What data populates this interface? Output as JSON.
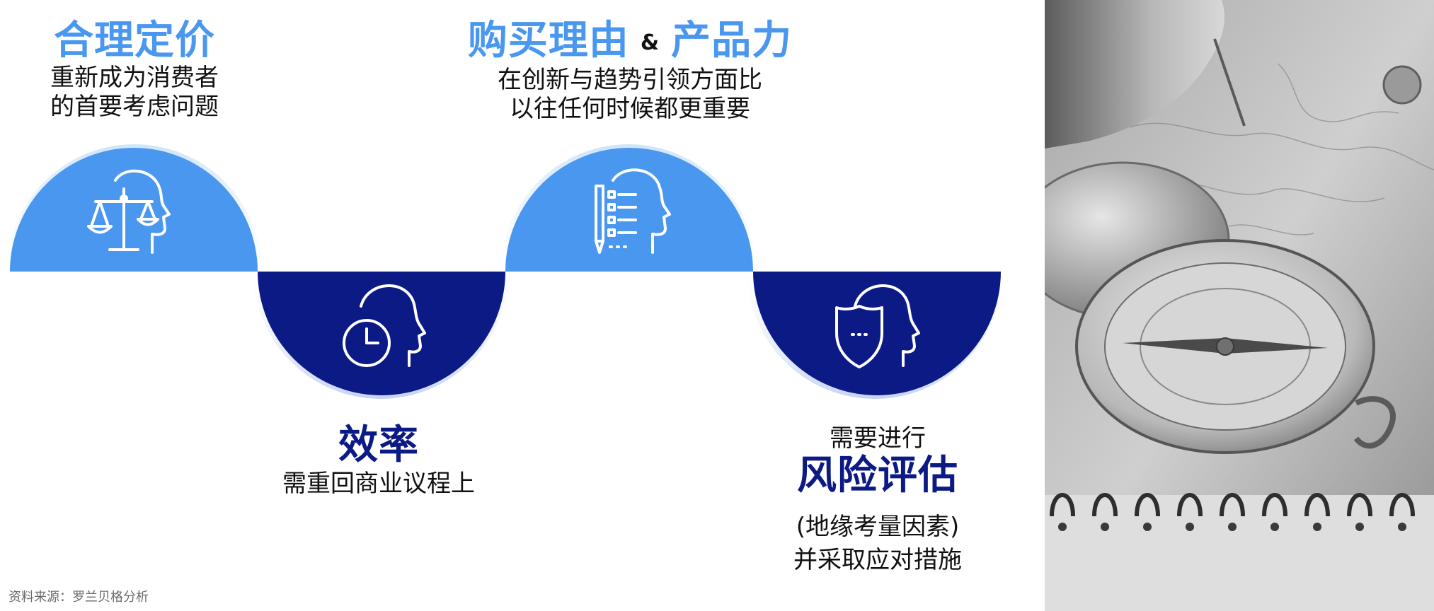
{
  "steps": [
    {
      "title": "合理定价",
      "lines": [
        "重新成为消费者",
        "的首要考虑问题"
      ],
      "icon": "scale-head-icon"
    },
    {
      "title": "效率",
      "lines": [
        "需重回商业议程上"
      ],
      "icon": "clock-head-icon"
    },
    {
      "title_a": "购买理由",
      "amp": "&",
      "title_b": "产品力",
      "lines": [
        "在创新与趋势引领方面比",
        "以往任何时候都更重要"
      ],
      "icon": "list-head-icon"
    },
    {
      "pre": "需要进行",
      "title": "风险评估",
      "lines": [
        "(地缘考量因素)",
        "并采取应对措施"
      ],
      "icon": "shield-head-icon"
    }
  ],
  "source": "资料来源：罗兰贝格分析",
  "colors": {
    "light_blue": "#4a97f0",
    "dark_blue": "#0c1a86",
    "halo": "#cfe5fa"
  }
}
